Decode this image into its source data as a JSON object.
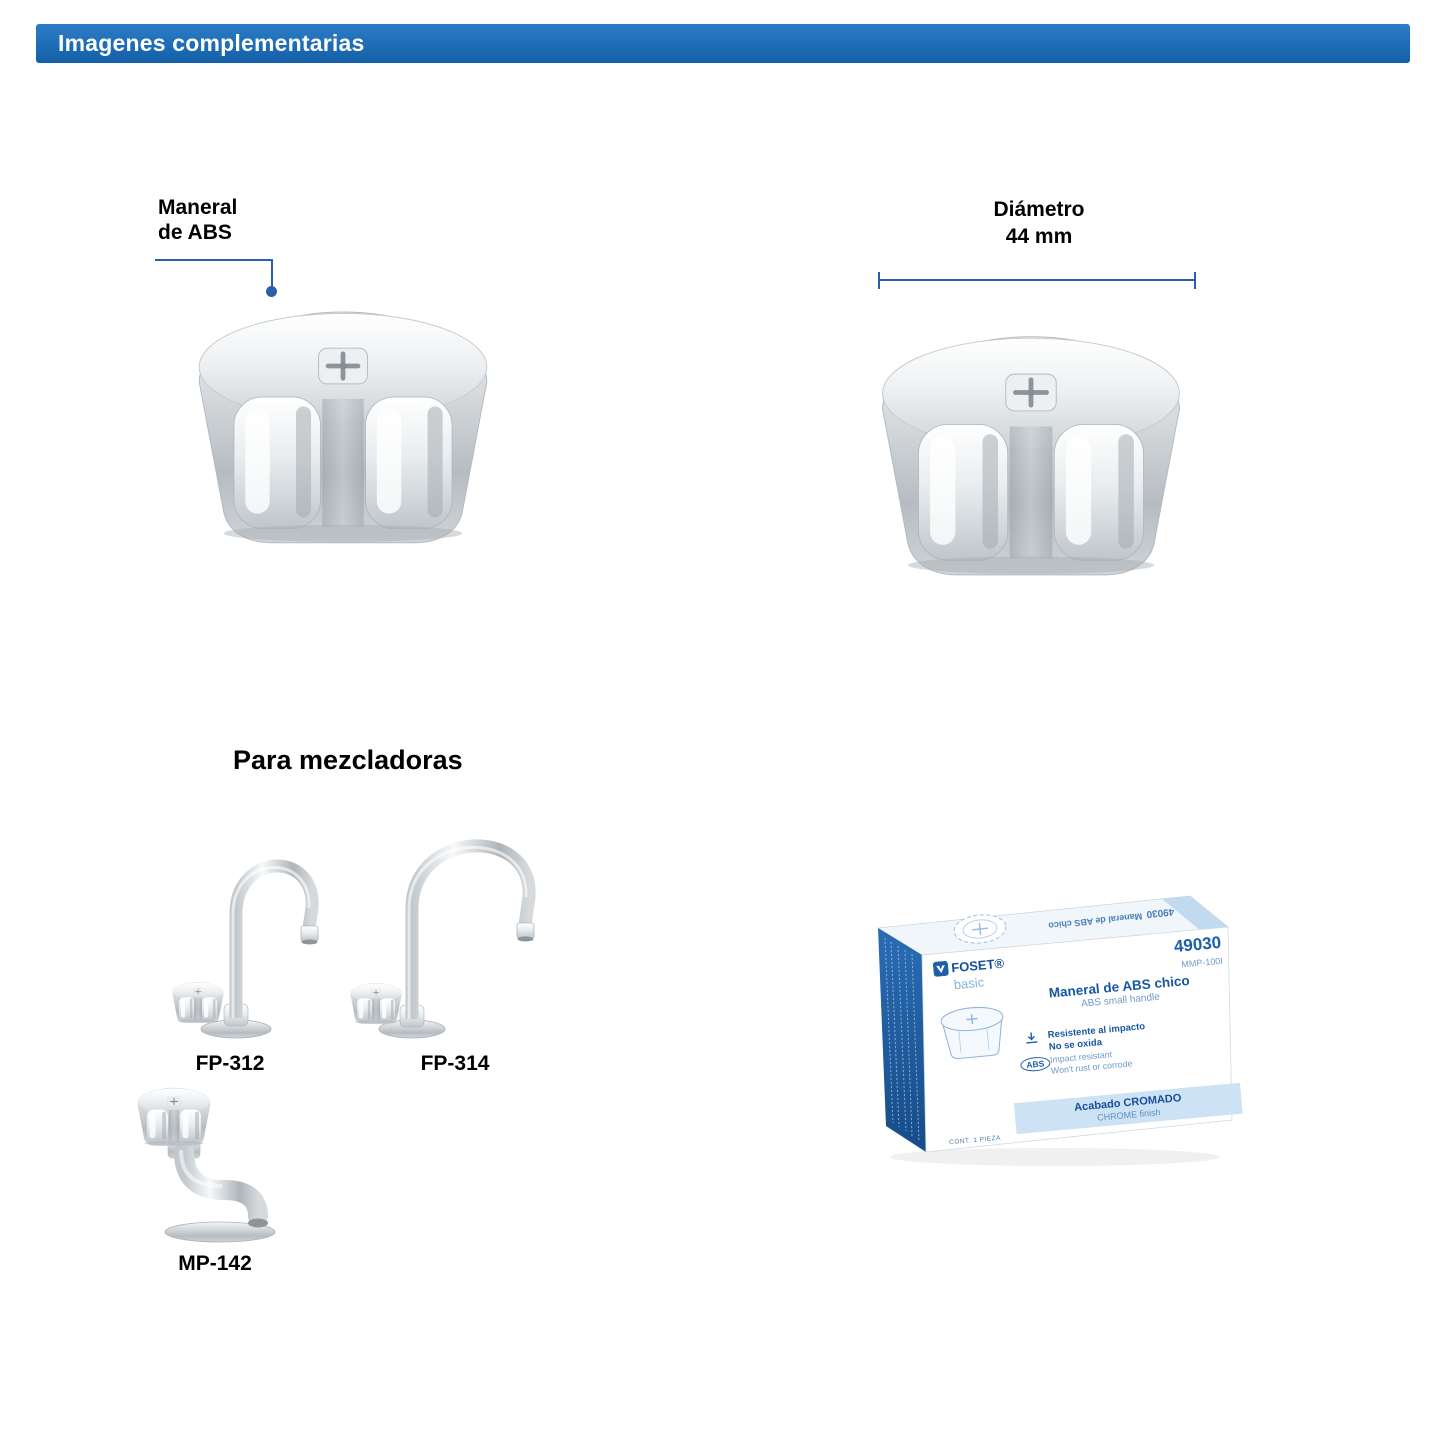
{
  "header": {
    "title": "Imagenes complementarias"
  },
  "callout": {
    "line1": "Maneral",
    "line2": "de ABS"
  },
  "dimension": {
    "label": "Diámetro",
    "value": "44 mm"
  },
  "section": {
    "title": "Para mezcladoras"
  },
  "products": [
    {
      "code": "FP-312"
    },
    {
      "code": "FP-314"
    },
    {
      "code": "MP-142"
    }
  ],
  "box": {
    "brand": "FOSET®",
    "brand_sub": "basic",
    "code": "49030",
    "model": "MMP-100I",
    "title_es": "Maneral de ABS chico",
    "title_en": "ABS small handle",
    "features": [
      "Resistente al impacto",
      "No se oxida",
      "Impact resistant",
      "Won't rust or corrode"
    ],
    "abs_badge": "ABS",
    "finish_es": "Acabado CROMADO",
    "finish_en": "CHROME finish",
    "content": "CONT. 1 PIEZA"
  },
  "colors": {
    "header_blue": "#1766b3",
    "callout_blue": "#2b5fae",
    "accent_blue": "#1d5fa8",
    "band_blue": "#cde2f4"
  }
}
